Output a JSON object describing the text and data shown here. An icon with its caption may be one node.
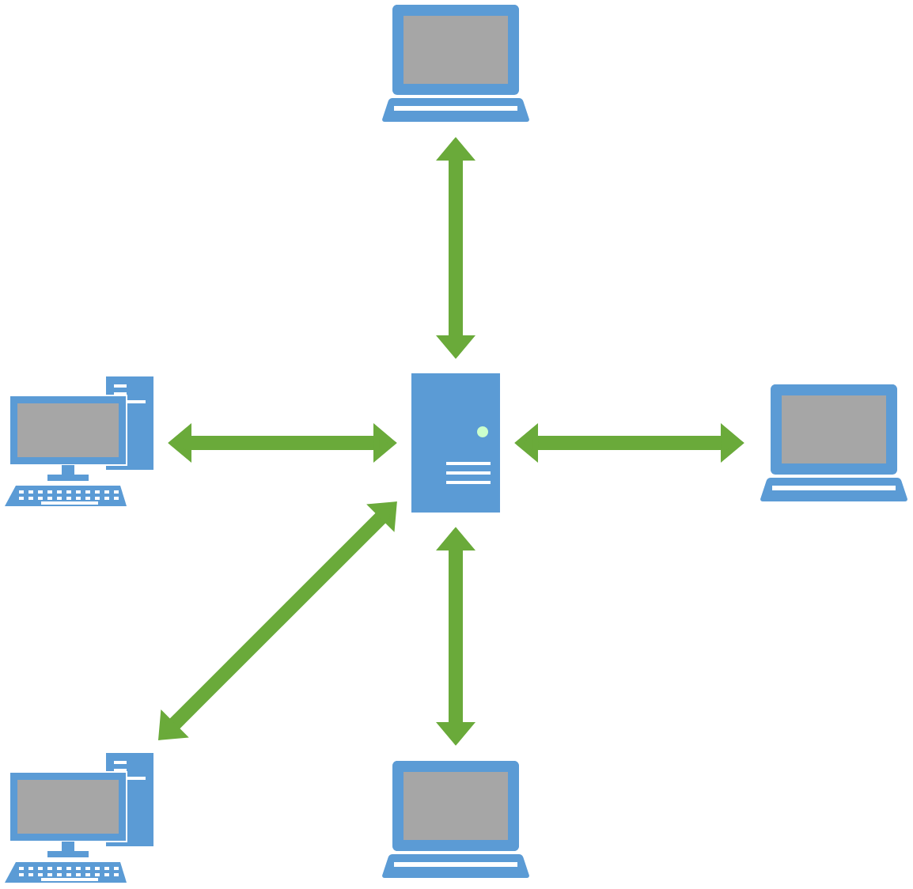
{
  "diagram": {
    "nodes": [
      {
        "text": [],
        "shape": "server"
      },
      {
        "text": [],
        "shape": "laptop"
      },
      {
        "text": [],
        "shape": "computer"
      },
      {
        "text": [],
        "shape": "laptop"
      },
      {
        "text": [],
        "shape": "computer"
      },
      {
        "text": [],
        "shape": "laptop"
      }
    ],
    "edges": [
      {
        "from": 0,
        "to": 1,
        "arrow": "both"
      },
      {
        "from": 0,
        "to": 2,
        "arrow": "both"
      },
      {
        "from": 0,
        "to": 3,
        "arrow": "both"
      },
      {
        "from": 0,
        "to": 4,
        "arrow": "both"
      },
      {
        "from": 0,
        "to": 5,
        "arrow": "both"
      }
    ]
  }
}
